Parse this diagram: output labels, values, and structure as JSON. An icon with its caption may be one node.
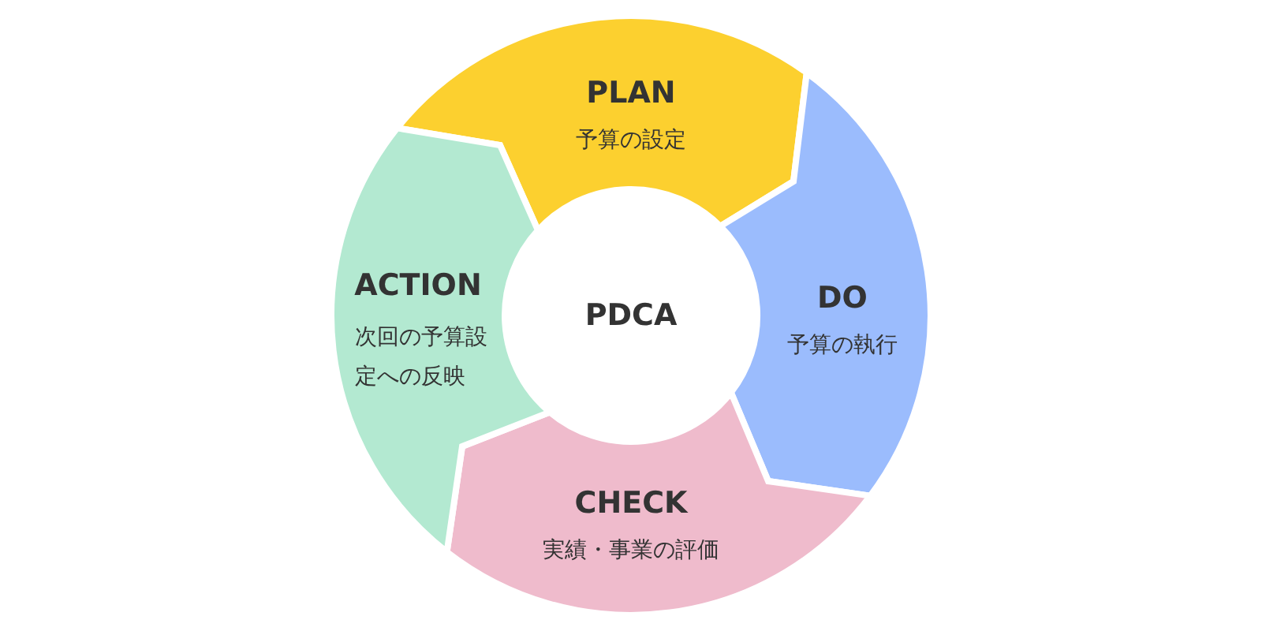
{
  "diagram": {
    "nodes": [
      {
        "text": [
          "PDCA"
        ]
      },
      {
        "text": [
          "PLAN",
          "予算の設定"
        ]
      },
      {
        "text": [
          "DO",
          "予算の執行"
        ]
      },
      {
        "text": [
          "CHECK",
          "実績・事業の評価"
        ]
      },
      {
        "text": [
          "ACTION",
          "次回の予算設定への反映"
        ]
      }
    ]
  }
}
